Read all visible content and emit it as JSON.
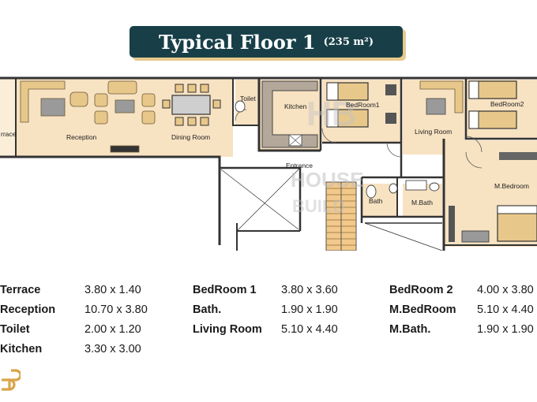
{
  "header": {
    "title": "Typical Floor 1",
    "area": "(235 m²)"
  },
  "plan": {
    "watermark_top": "HOUSE",
    "watermark_bottom": "BUILD",
    "room_labels": {
      "terrace": "rrace",
      "reception": "Reception",
      "dining": "Dining Room",
      "toilet": "Toilet",
      "kitchen": "Kitchen",
      "bedroom1": "BedRoom1",
      "living": "Living Room",
      "bedroom2": "BedRoom2",
      "entrance": "Entrance",
      "mbedroom": "M.Bedroom",
      "bath": "Bath",
      "mbath": "M.Bath"
    }
  },
  "rooms": {
    "col1": [
      {
        "name": "Terrace",
        "size": "3.80 x 1.40"
      },
      {
        "name": "Reception",
        "size": "10.70 x 3.80"
      },
      {
        "name": "Toilet",
        "size": "2.00 x 1.20"
      },
      {
        "name": "Kitchen",
        "size": "3.30 x 3.00"
      }
    ],
    "col2": [
      {
        "name": "BedRoom 1",
        "size": "3.80 x 3.60"
      },
      {
        "name": "Bath.",
        "size": "1.90 x 1.90"
      },
      {
        "name": "Living Room",
        "size": "5.10 x 4.40"
      }
    ],
    "col3": [
      {
        "name": "BedRoom 2",
        "size": "4.00 x 3.80"
      },
      {
        "name": "M.BedRoom",
        "size": "5.10  x 4.40"
      },
      {
        "name": "M.Bath.",
        "size": "1.90 x 1.90"
      }
    ]
  },
  "colors": {
    "title_bg": "#183f48",
    "title_shadow": "#e6c98c",
    "floor": "#f7e2c2",
    "furniture": "#e8c88a",
    "logo": "#d9a44a"
  },
  "icons": {
    "brand": "hb-logo-icon"
  }
}
